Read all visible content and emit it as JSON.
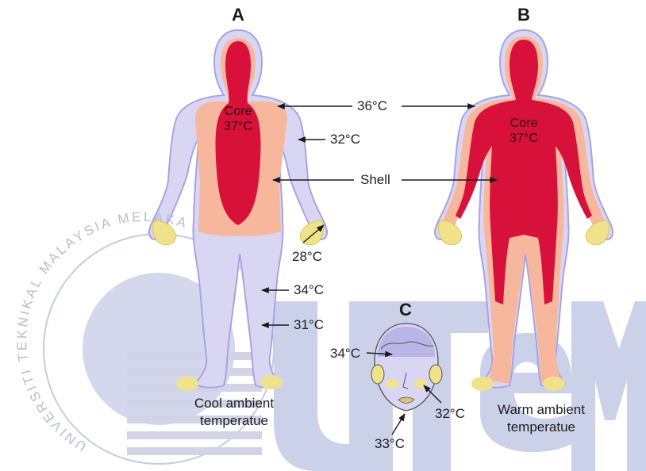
{
  "figure": {
    "panel_a": "A",
    "panel_b": "B",
    "panel_c": "C",
    "core_label": "Core",
    "core_temp": "37°C",
    "shell_label": "Shell",
    "temps": {
      "t36": "36°C",
      "t32_arm": "32°C",
      "t28": "28°C",
      "t34_leg": "34°C",
      "t31": "31°C",
      "t34_face": "34°C",
      "t32_face": "32°C",
      "t33": "33°C"
    },
    "caption_a_line1": "Cool ambient",
    "caption_a_line2": "temperatue",
    "caption_b_line1": "Warm ambient",
    "caption_b_line2": "temperatue"
  },
  "watermark": {
    "logo_letters": "UTeM",
    "seal_text": "UNIVERSITI TEKNIKAL MALAYSIA MELAKA"
  },
  "colors": {
    "shell": "#d9d6f4",
    "warm_zone": "#f6b79d",
    "core": "#d8113a",
    "hands_feet": "#f0e28a",
    "watermark": "#5f6ea8"
  }
}
